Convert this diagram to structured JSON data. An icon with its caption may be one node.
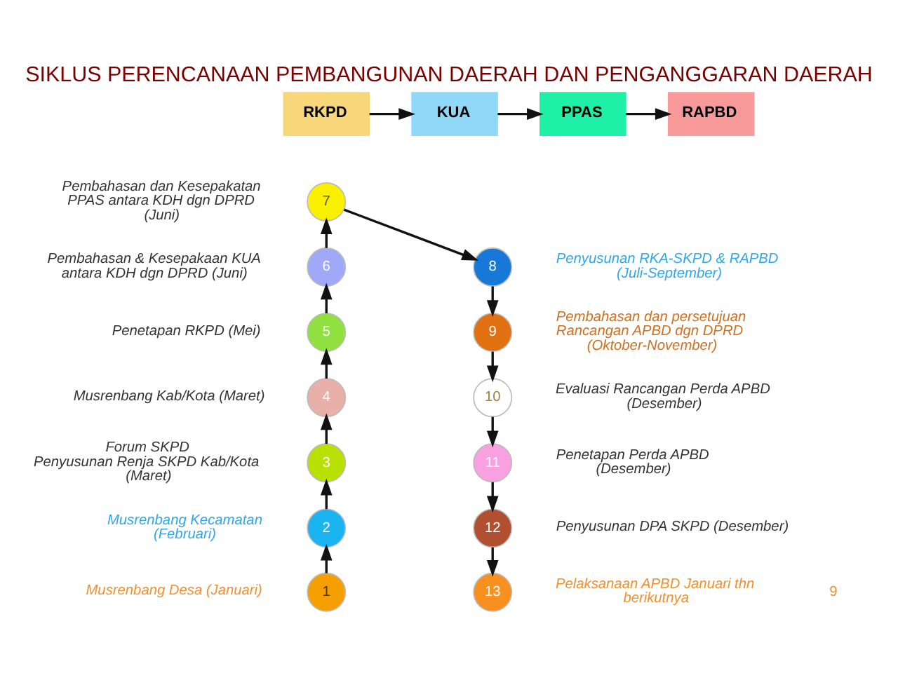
{
  "diagram": {
    "title": "SIKLUS PERENCANAAN PEMBANGUNAN DAERAH DAN PENGANGGARAN DAERAH",
    "nodes": [
      {
        "text": [
          "RKPD"
        ]
      },
      {
        "text": [
          "KUA"
        ]
      },
      {
        "text": [
          "PPAS"
        ]
      },
      {
        "text": [
          "RAPBD"
        ]
      },
      {
        "text": [
          "1"
        ],
        "beside": [
          "Musrenbang Desa (Januari)"
        ]
      },
      {
        "text": [
          "2"
        ],
        "beside": [
          "Musrenbang Kecamatan (Februari)"
        ]
      },
      {
        "text": [
          "3"
        ],
        "beside": [
          "Forum SKPD",
          "Penyusunan Renja SKPD Kab/Kota (Maret)"
        ]
      },
      {
        "text": [
          "4"
        ],
        "beside": [
          "Musrenbang Kab/Kota (Maret)"
        ]
      },
      {
        "text": [
          "5"
        ],
        "beside": [
          "Penetapan RKPD (Mei)"
        ]
      },
      {
        "text": [
          "6"
        ],
        "beside": [
          "Pembahasan & Kesepakaan KUA antara KDH dgn DPRD (Juni)"
        ]
      },
      {
        "text": [
          "7"
        ],
        "beside": [
          "Pembahasan dan Kesepakatan PPAS antara KDH dgn DPRD (Juni)"
        ]
      },
      {
        "text": [
          "8"
        ],
        "beside": [
          "Penyusunan RKA-SKPD & RAPBD (Juli-September)"
        ]
      },
      {
        "text": [
          "9"
        ],
        "beside": [
          "Pembahasan dan persetujuan Rancangan APBD dgn DPRD (Oktober-November)"
        ]
      },
      {
        "text": [
          "10"
        ],
        "beside": [
          "Evaluasi Rancangan Perda APBD (Desember)"
        ]
      },
      {
        "text": [
          "11"
        ],
        "beside": [
          "Penetapan Perda APBD (Desember)"
        ]
      },
      {
        "text": [
          "12"
        ],
        "beside": [
          "Penyusunan DPA SKPD (Desember)"
        ]
      },
      {
        "text": [
          "13"
        ],
        "beside": [
          "Pelaksanaan APBD Januari thn berikutnya"
        ]
      }
    ],
    "edges": [
      {
        "from": 0,
        "to": 1,
        "arrow": "to"
      },
      {
        "from": 1,
        "to": 2,
        "arrow": "to"
      },
      {
        "from": 2,
        "to": 3,
        "arrow": "to"
      },
      {
        "from": 4,
        "to": 5,
        "arrow": "to"
      },
      {
        "from": 5,
        "to": 6,
        "arrow": "to"
      },
      {
        "from": 6,
        "to": 7,
        "arrow": "to"
      },
      {
        "from": 7,
        "to": 8,
        "arrow": "to"
      },
      {
        "from": 8,
        "to": 9,
        "arrow": "to"
      },
      {
        "from": 9,
        "to": 10,
        "arrow": "to"
      },
      {
        "from": 10,
        "to": 11,
        "arrow": "to"
      },
      {
        "from": 11,
        "to": 12,
        "arrow": "to"
      },
      {
        "from": 12,
        "to": 13,
        "arrow": "to"
      },
      {
        "from": 13,
        "to": 14,
        "arrow": "to"
      },
      {
        "from": 14,
        "to": 15,
        "arrow": "to"
      },
      {
        "from": 15,
        "to": 16,
        "arrow": "to"
      }
    ],
    "labels": [
      "9"
    ]
  }
}
